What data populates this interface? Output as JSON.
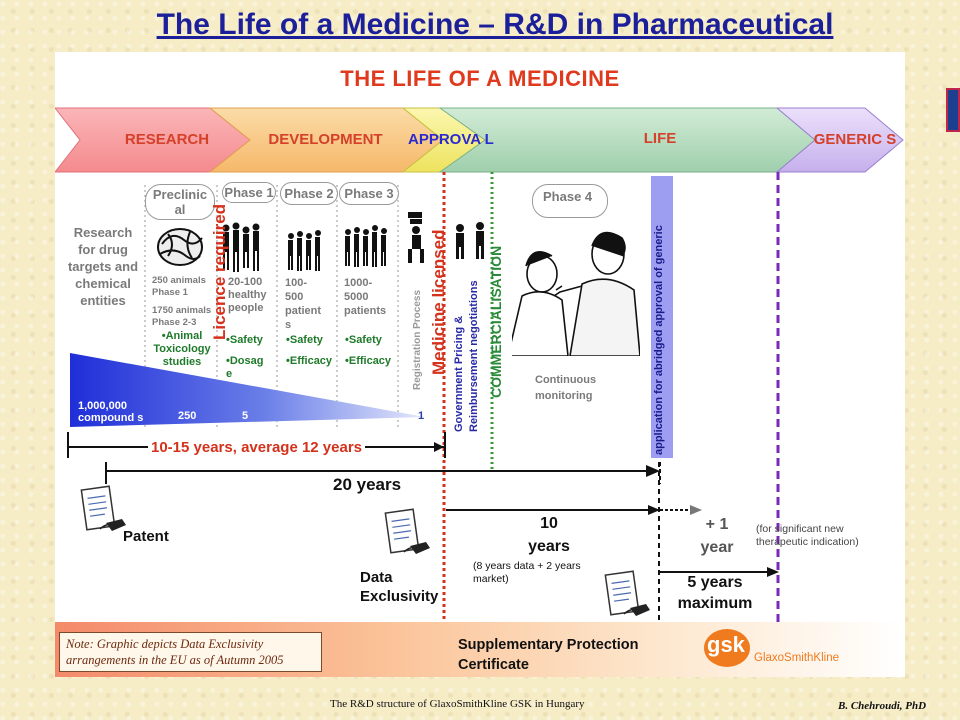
{
  "slide_title": "The Life of a Medicine – R&D in Pharmaceutical",
  "diagram_title": "THE LIFE OF A MEDICINE",
  "stages": {
    "research": "RESEARCH",
    "development": "DEVELOPMENT",
    "approval": "APPROVA L",
    "life": "LIFE",
    "generics": "GENERIC S"
  },
  "research_text": "Research for drug targets and chemical entities",
  "phases": {
    "preclinical": "Preclinic al",
    "phase1": "Phase 1",
    "phase2": "Phase 2",
    "phase3": "Phase 3",
    "phase4": "Phase 4"
  },
  "preclinical_text": {
    "animals1": "250 animals Phase 1",
    "animals2": "1750 animals Phase 2-3",
    "tox": "•Animal Toxicology studies"
  },
  "phase1_text": {
    "people": "20-100 healthy people",
    "safety": "•Safety",
    "dosage": "•Dosag e"
  },
  "phase2_text": {
    "people": "100-500 patient s",
    "safety": "•Safety",
    "efficacy": "•Efficacy"
  },
  "phase3_text": {
    "people": "1000-5000 patients",
    "safety": "•Safety",
    "efficacy": "•Efficacy"
  },
  "vertical_labels": {
    "licence": "Licence required",
    "registration": "Registration Process",
    "licensed": "Medicine licensed",
    "pricing_1": "Government Pricing &",
    "pricing_2": "Reimbursement negotiations",
    "commercialisation": "COMMERCIALISATION",
    "generic_application": "application for abridged approval of generic"
  },
  "funnel": {
    "start": "1,000,000 compound s",
    "n250": "250",
    "n5": "5",
    "n1": "1"
  },
  "monitoring": "Continuous monitoring",
  "timeline": {
    "range": "10-15 years, average 12 years",
    "twenty": "20 years",
    "ten": "10 years",
    "ten_note": "(8 years data + 2 years market)",
    "plus_one": "+ 1 year",
    "plus_one_note": "(for significant new therapeutic indication)",
    "five": "5 years maximum"
  },
  "labels": {
    "patent": "Patent",
    "data_exclusivity": "Data Exclusivity",
    "spc": "Supplementary Protection Certificate"
  },
  "note": "Note: Graphic depicts Data Exclusivity arrangements in the EU as of Autumn 2005",
  "brand": {
    "logo": "gsk",
    "name": "GlaxoSmithKline"
  },
  "footer": {
    "center": "The R&D structure of GlaxoSmithKline GSK in Hungary",
    "right": "B. Chehroudi, PhD"
  },
  "colors": {
    "research": "#f79aa0",
    "development": "#f9c98a",
    "approval": "#f6f08a",
    "life": "#b6dcc0",
    "generics": "#d9c6f2",
    "title_blue": "#1b1f9a",
    "red": "#d4321c",
    "funnel_blue": "#2b3fd6"
  }
}
